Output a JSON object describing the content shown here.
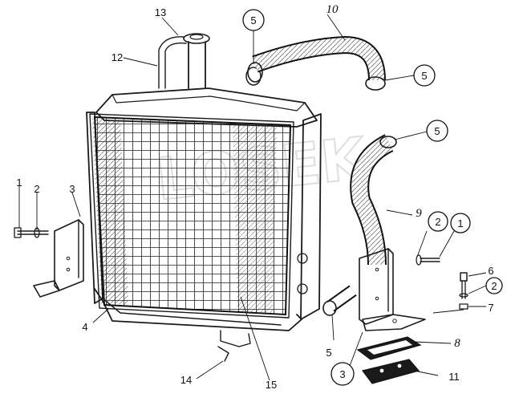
{
  "diagram": {
    "labels": {
      "l1": "1",
      "l2": "2",
      "l3": "3",
      "l4": "4",
      "l5a": "5",
      "l5b": "5",
      "l5c": "5",
      "l5d": "5",
      "l6": "6",
      "l7": "7",
      "l8": "8",
      "l9": "9",
      "l10": "10",
      "l11": "11",
      "l12": "12",
      "l13": "13",
      "l14": "14",
      "l15": "15",
      "c1": "1",
      "c2a": "2",
      "c2b": "2",
      "c3": "3"
    },
    "watermark": "LOSEK"
  }
}
